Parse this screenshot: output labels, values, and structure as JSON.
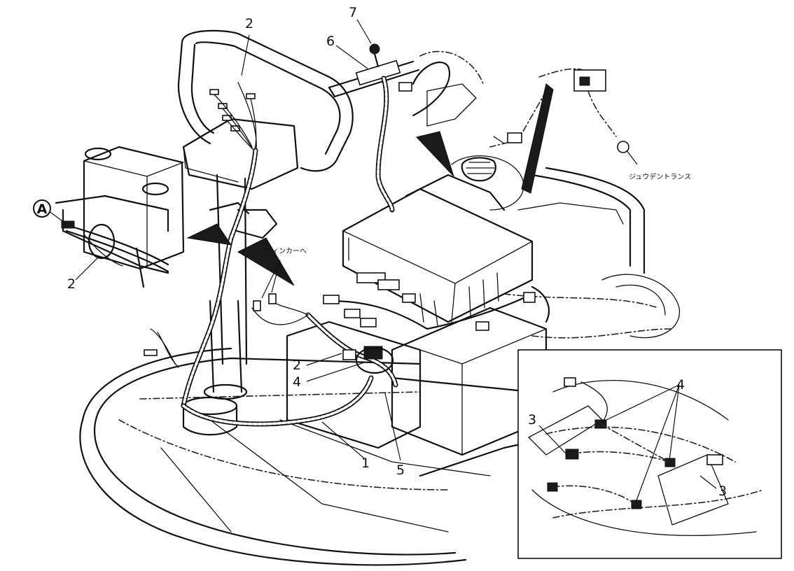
{
  "labels": {
    "c1": "1",
    "c2_top": "2",
    "c2_left": "2",
    "c2_mid": "2",
    "c3_a": "3",
    "c3_b": "3",
    "c4_main": "4",
    "c4_inset": "4",
    "c5": "5",
    "c6": "6",
    "c7": "7",
    "ref_a": "A"
  },
  "notes": {
    "winker": "ウィンカーへ",
    "charger": "ジュウデントランス"
  }
}
